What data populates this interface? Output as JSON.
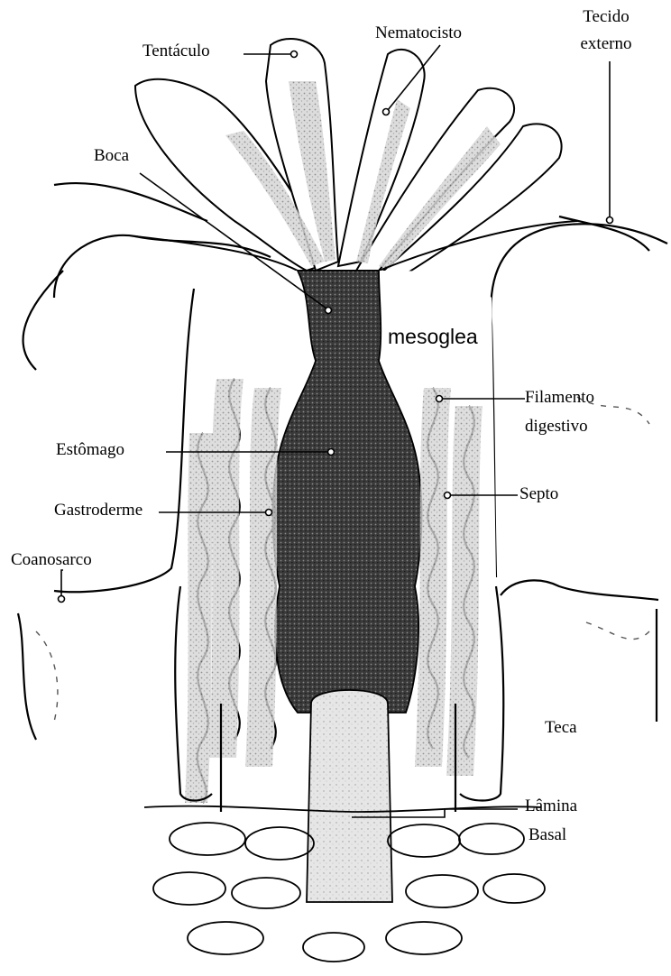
{
  "labels": {
    "tentaculo": "Tentáculo",
    "nematocisto": "Nematocisto",
    "tecido_externo_1": "Tecido",
    "tecido_externo_2": "externo",
    "boca": "Boca",
    "mesoglea": "mesoglea",
    "filamento_1": "Filamento",
    "filamento_2": "digestivo",
    "estomago": "Estômago",
    "gastroderme": "Gastroderme",
    "septo": "Septo",
    "coanosarco": "Coanosarco",
    "teca": "Teca",
    "lamina_1": "Lâmina",
    "lamina_2": "Basal"
  },
  "colors": {
    "ink": "#000000",
    "tissue_dark": "#3a3a3a",
    "tissue_mid": "#8c8c8c",
    "tissue_light": "#c8c8c8",
    "background": "#ffffff"
  }
}
